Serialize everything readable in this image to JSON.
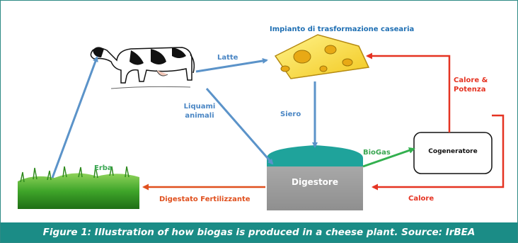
{
  "labels": {
    "cheese_plant": "Impianto di trasformazione casearia",
    "milk": "Latte",
    "slurry": "Liquami animali",
    "whey": "Siero",
    "heat_power": "Calore & Potenza",
    "biogas": "BioGas",
    "cogenerator": "Cogeneratore",
    "grass": "Erba",
    "digester": "Digestore",
    "fertilizer": "Digestato Fertilizzante",
    "heat": "Calore"
  },
  "caption": "Figure 1: Illustration of how biogas is produced in a cheese plant. Source: IrBEA",
  "colors": {
    "frame": "#2e8a84",
    "caption_bg": "#1b8c86",
    "arrow_blue": "#5b93c9",
    "arrow_red": "#e53322",
    "arrow_green": "#33b04f",
    "arrow_orange": "#e0501e",
    "digester_body": "#9c9c9c",
    "digester_top": "#1fa39b",
    "cheese": "#f7e13a",
    "grass": "#3fa52a"
  }
}
